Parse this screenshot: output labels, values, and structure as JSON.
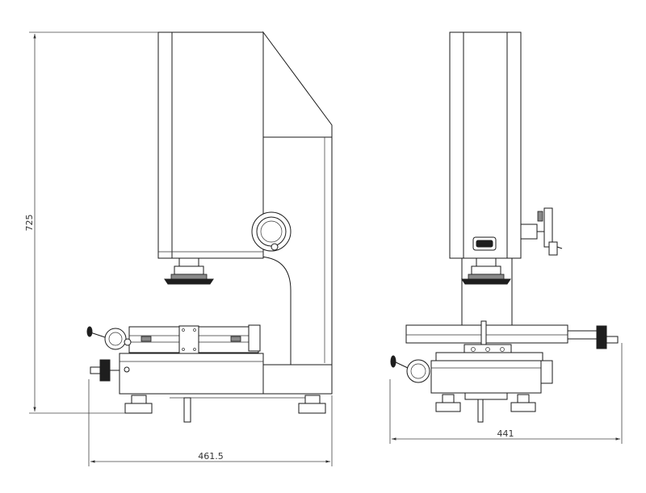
{
  "dimensions": {
    "height": "725",
    "width_side": "461.5",
    "width_front": "441"
  }
}
